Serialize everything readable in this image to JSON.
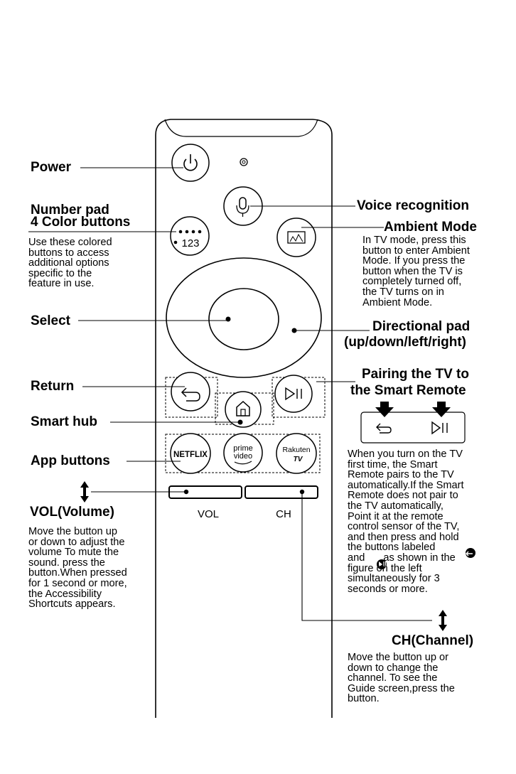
{
  "labels": {
    "power": "Power",
    "number_pad_line1": "Number pad",
    "number_pad_line2": "4 Color buttons",
    "voice": "Voice recognition",
    "ambient": "Ambient Mode",
    "select": "Select",
    "directional_line1": "Directional pad",
    "directional_line2": "(up/down/left/right)",
    "return": "Return",
    "pairing_line1": "Pairing the TV to",
    "pairing_line2": "the Smart Remote",
    "smart_hub": "Smart hub",
    "app_buttons": "App buttons",
    "vol": "VOL(Volume)",
    "ch": "CH(Channel)"
  },
  "descriptions": {
    "number_pad": [
      "Use these colored",
      "buttons to access",
      "additional options",
      "specific to the",
      "feature in use."
    ],
    "ambient": [
      "In TV mode, press this",
      "button to enter Ambient",
      "Mode. If you press the",
      "button when the TV is",
      "completely turned off,",
      "the TV turns on in",
      "Ambient Mode."
    ],
    "pairing": [
      "When you turn on the TV",
      "first time, the Smart",
      "Remote pairs to the TV",
      "automatically.If the Smart",
      "Remote does not pair to",
      "the TV automatically,",
      "Point it at the remote",
      "control sensor of the TV,",
      "and then press and hold",
      "the buttons labeled",
      "and",
      "as shown in the",
      "figure on the left",
      "simultaneously for 3",
      "seconds or more."
    ],
    "vol": [
      "Move the button up",
      "or down to adjust the",
      "volume To mute the",
      "sound. press the",
      "button.When pressed",
      "for 1 second or more,",
      "the Accessibility",
      "Shortcuts appears."
    ],
    "ch": [
      "Move the button up or",
      "down to change the",
      "channel. To see the",
      "Guide screen,press the",
      "button."
    ]
  },
  "remote": {
    "number_button": "123",
    "netflix": "NETFLIX",
    "prime_line1": "prime",
    "prime_line2": "video",
    "rakuten_line1": "Rakuten",
    "rakuten_line2": "TV",
    "vol_label": "VOL",
    "ch_label": "CH"
  },
  "icons": [
    "power-icon",
    "microphone-icon",
    "ambient-icon",
    "return-icon",
    "play-pause-icon",
    "home-icon",
    "arrow-up-down-icon",
    "arrow-down-icon"
  ]
}
